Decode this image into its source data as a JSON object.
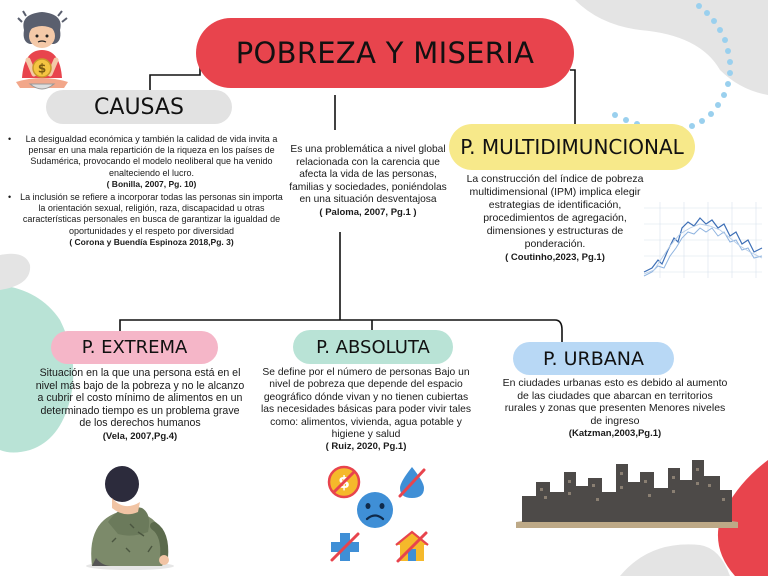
{
  "title": "POBREZA Y MISERIA",
  "center": {
    "text": "Es una problemática a nivel global relacionada con la carencia que afecta la vida de las personas, familias y sociedades, poniéndolas en una situación desventajosa",
    "ref": "( Paloma, 2007, Pg.1 )"
  },
  "causas": {
    "label": "CAUSAS",
    "items": [
      {
        "text": "La desigualdad económica y también la calidad de vida invita a pensar en una mala repartición de la riqueza en los países de Sudamérica, provocando el modelo neoliberal que ha venido enalteciendo el lucro.",
        "ref": "( Bonilla, 2007, Pg. 10)"
      },
      {
        "text": "La inclusión se refiere a incorporar todas las personas sin importa la orientación sexual, religión, raza, discapacidad u otras características personales en busca de garantizar la igualdad de oportunidades y el respeto por diversidad",
        "ref": "( Corona y Buendía Espinoza 2018,Pg. 3)"
      }
    ]
  },
  "multi": {
    "label": "P. MULTIDIMUNCIONAL",
    "text": "La construcción del índice de pobreza multidimensional (IPM) implica elegir estrategias de identificación, procedimientos de agregación, dimensiones y estructuras de ponderación.",
    "ref": "( Coutinho,2023, Pg.1)"
  },
  "extrema": {
    "label": "P. EXTREMA",
    "text": "Situación en la que una persona está en el nivel más bajo de la pobreza y no le alcanzo a cubrir el costo mínimo de alimentos en un determinado tiempo es un problema grave de los derechos humanos",
    "ref": "(Vela, 2007,Pg.4)"
  },
  "absoluta": {
    "label": "P. ABSOLUTA",
    "text": "Se define por el número de personas Bajo un nivel de pobreza que depende del espacio geográfico dónde vivan y no tienen cubiertas las necesidades básicas para poder vivir tales como: alimentos, vivienda, agua potable y higiene y salud",
    "ref": "( Ruiz, 2020, Pg.1)"
  },
  "urbana": {
    "label": "P. URBANA",
    "text": "En ciudades urbanas esto es debido al aumento de las ciudades que abarcan en territorios rurales y zonas que presenten Menores niveles de ingreso",
    "ref": "(Katzman,2003,Pg.1)"
  },
  "colors": {
    "title_pill": "#e8444d",
    "causas_pill": "#e2e2e2",
    "multi_pill": "#f7e98a",
    "extrema_pill": "#f5b6c8",
    "absoluta_pill": "#b9e3d6",
    "urbana_pill": "#b8d8f5",
    "mint_blob": "#b9e3d6",
    "gray_blob": "#e4e4e4",
    "coral": "#e8444d"
  },
  "icons": [
    "poor-person-icon",
    "line-chart-icon",
    "sad-person-icon",
    "no-money-icon",
    "no-water-icon",
    "sad-face-icon",
    "no-health-icon",
    "no-house-icon",
    "slum-city-icon"
  ]
}
